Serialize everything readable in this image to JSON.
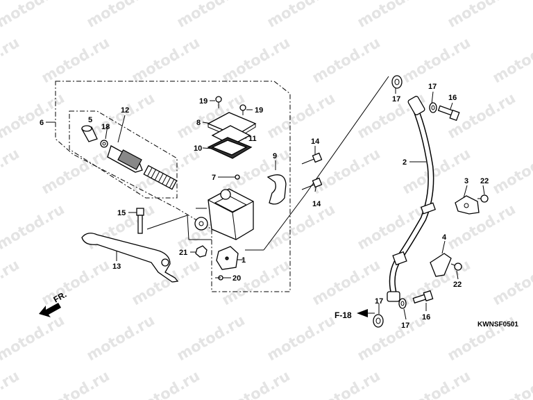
{
  "watermark": "motod.ru",
  "diagram_code": "KWNSF0501",
  "reference": "F-18",
  "direction_label": "FR.",
  "callouts": {
    "c1": "1",
    "c2": "2",
    "c3": "3",
    "c4": "4",
    "c5": "5",
    "c6": "6",
    "c7": "7",
    "c8": "8",
    "c9": "9",
    "c10": "10",
    "c11": "11",
    "c12": "12",
    "c13": "13",
    "c14a": "14",
    "c14b": "14",
    "c15": "15",
    "c16a": "16",
    "c16b": "16",
    "c17a": "17",
    "c17b": "17",
    "c17c": "17",
    "c17d": "17",
    "c18": "18",
    "c19a": "19",
    "c19b": "19",
    "c20": "20",
    "c21": "21",
    "c22a": "22",
    "c22b": "22"
  }
}
